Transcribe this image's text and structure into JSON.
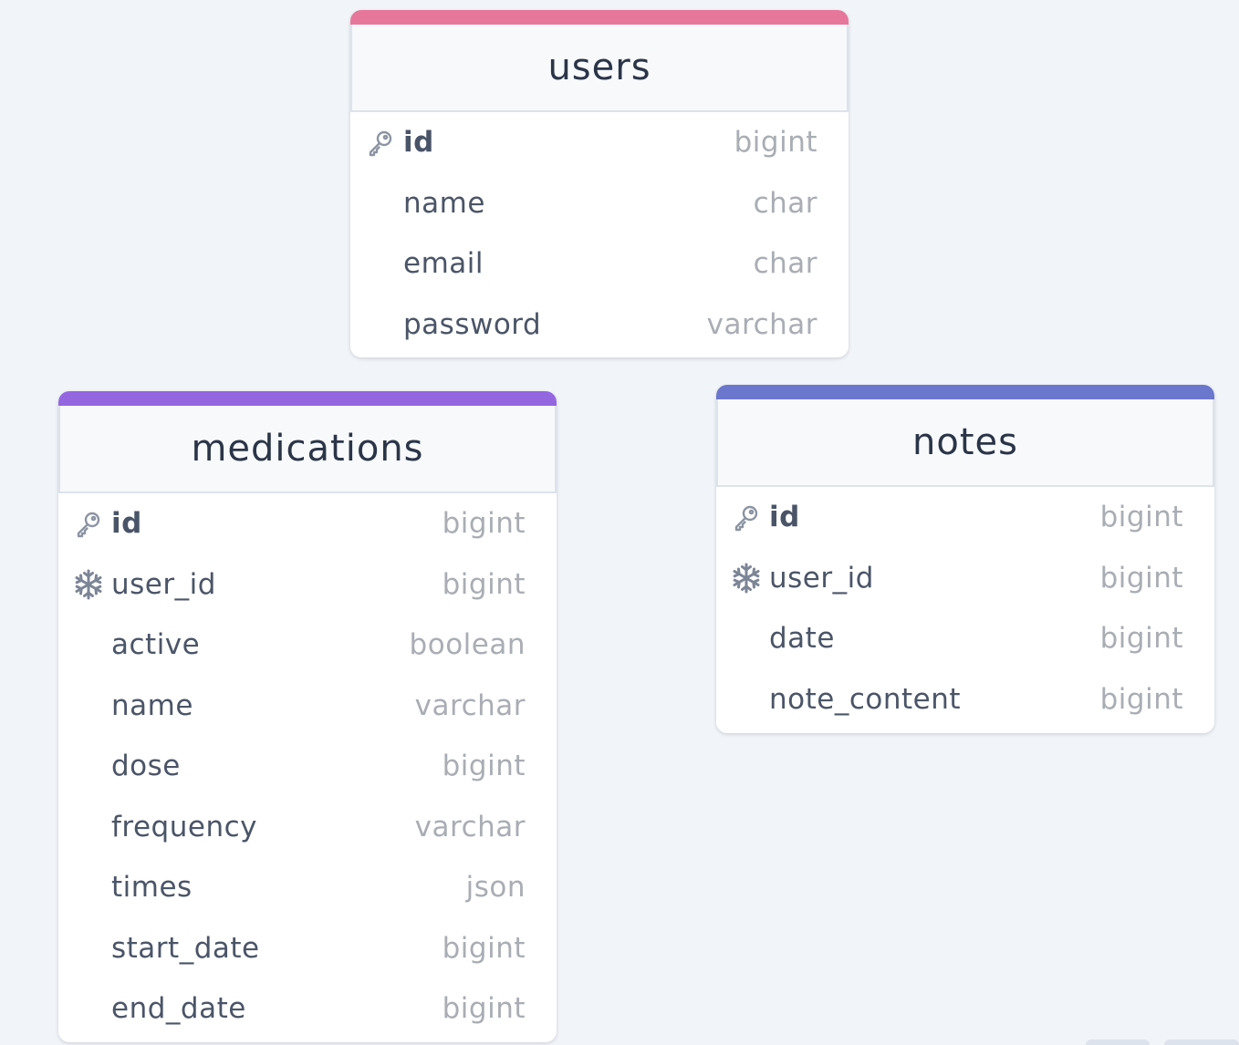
{
  "diagram": {
    "tables": [
      {
        "title": "users",
        "accent": "#e6779a",
        "fields": [
          {
            "name": "id",
            "type": "bigint",
            "icon": "key-icon",
            "pk": true
          },
          {
            "name": "name",
            "type": "char",
            "icon": "",
            "pk": false
          },
          {
            "name": "email",
            "type": "char",
            "icon": "",
            "pk": false
          },
          {
            "name": "password",
            "type": "varchar",
            "icon": "",
            "pk": false
          }
        ]
      },
      {
        "title": "medications",
        "accent": "#9466e0",
        "fields": [
          {
            "name": "id",
            "type": "bigint",
            "icon": "key-icon",
            "pk": true
          },
          {
            "name": "user_id",
            "type": "bigint",
            "icon": "snowflake-icon",
            "pk": false
          },
          {
            "name": "active",
            "type": "boolean",
            "icon": "",
            "pk": false
          },
          {
            "name": "name",
            "type": "varchar",
            "icon": "",
            "pk": false
          },
          {
            "name": "dose",
            "type": "bigint",
            "icon": "",
            "pk": false
          },
          {
            "name": "frequency",
            "type": "varchar",
            "icon": "",
            "pk": false
          },
          {
            "name": "times",
            "type": "json",
            "icon": "",
            "pk": false
          },
          {
            "name": "start_date",
            "type": "bigint",
            "icon": "",
            "pk": false
          },
          {
            "name": "end_date",
            "type": "bigint",
            "icon": "",
            "pk": false
          }
        ]
      },
      {
        "title": "notes",
        "accent": "#6b77cc",
        "fields": [
          {
            "name": "id",
            "type": "bigint",
            "icon": "key-icon",
            "pk": true
          },
          {
            "name": "user_id",
            "type": "bigint",
            "icon": "snowflake-icon",
            "pk": false
          },
          {
            "name": "date",
            "type": "bigint",
            "icon": "",
            "pk": false
          },
          {
            "name": "note_content",
            "type": "bigint",
            "icon": "",
            "pk": false
          }
        ]
      }
    ]
  }
}
